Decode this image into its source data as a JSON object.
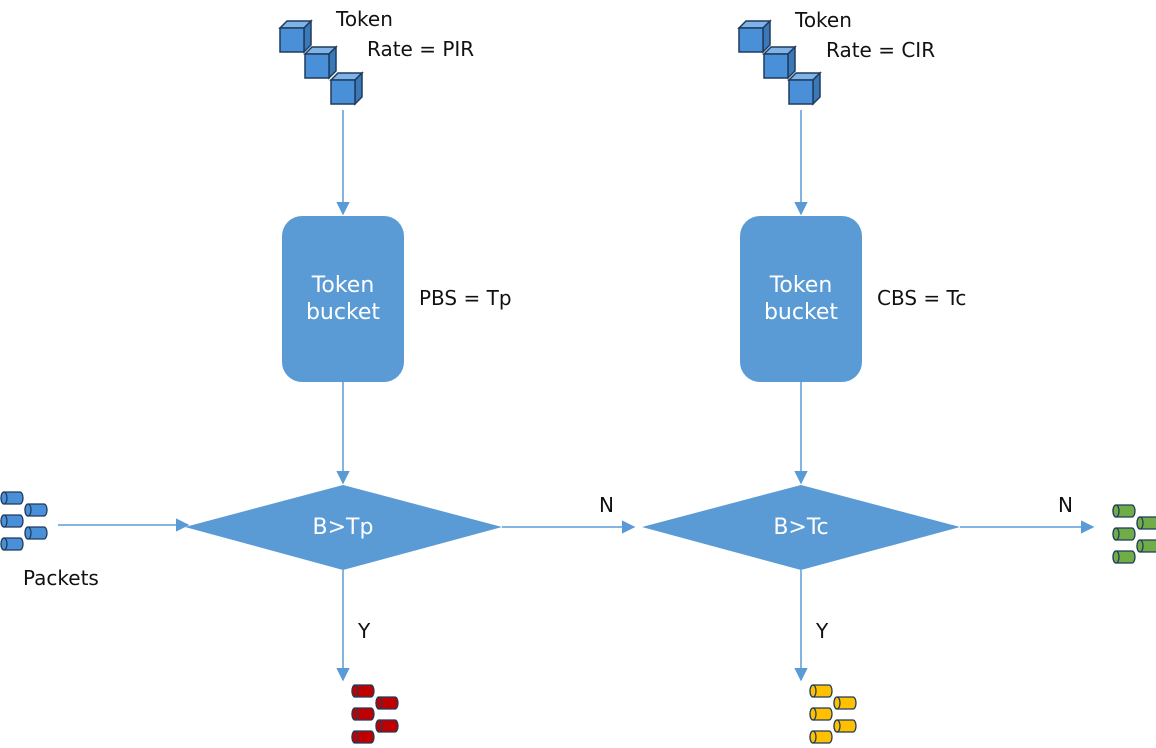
{
  "colors": {
    "accent": "#5b9bd5",
    "cube_fill": "#4a90d9",
    "cube_stroke": "#1f3b5c",
    "packet_blue": "#4a90d9",
    "packet_red": "#c00000",
    "packet_yellow": "#ffc000",
    "packet_green": "#70ad47",
    "packet_stroke": "#1f3b5c"
  },
  "left": {
    "token_label": "Token",
    "rate_label": "Rate = PIR",
    "bucket_label_line1": "Token",
    "bucket_label_line2": "bucket",
    "burst_label": "PBS = Tp",
    "decision_label": "B>Tp",
    "yes_label": "Y",
    "no_label": "N"
  },
  "right": {
    "token_label": "Token",
    "rate_label": "Rate = CIR",
    "bucket_label_line1": "Token",
    "bucket_label_line2": "bucket",
    "burst_label": "CBS = Tc",
    "decision_label": "B>Tc",
    "yes_label": "Y",
    "no_label": "N"
  },
  "input": {
    "packets_label": "Packets"
  }
}
